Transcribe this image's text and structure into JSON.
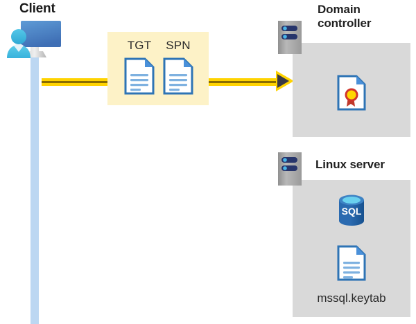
{
  "diagram": {
    "title_client": "Client",
    "ticket_box": {
      "items": [
        {
          "label": "TGT",
          "icon": "document-icon"
        },
        {
          "label": "SPN",
          "icon": "document-icon"
        }
      ],
      "background_color": "#fdf2c7"
    },
    "arrow": {
      "name": "client-to-domain-controller-arrow",
      "color": "#ffd300",
      "direction": "right"
    },
    "domain_controller": {
      "title": "Domain controller",
      "rack_icon": "server-rack-icon",
      "contents": [
        {
          "icon": "certificate-document-icon",
          "label": ""
        }
      ],
      "panel_color": "#d9d9d9"
    },
    "linux_server": {
      "title": "Linux server",
      "rack_icon": "server-rack-icon",
      "contents": [
        {
          "icon": "sql-database-icon",
          "label": "SQL"
        },
        {
          "icon": "document-icon",
          "label": "mssql.keytab"
        }
      ],
      "keytab_label": "mssql.keytab",
      "sql_label": "SQL",
      "panel_color": "#d9d9d9"
    },
    "client": {
      "icon": "user-workstation-icon",
      "lifeline_color": "#bcd7f2"
    },
    "colors": {
      "accent_yellow": "#ffd300",
      "ticket_bg": "#fdf2c7",
      "panel_gray": "#d9d9d9",
      "rack_gray": "#a6a6a6",
      "doc_blue": "#4a90d9",
      "sql_blue": "#1f5fa8",
      "lifeline_blue": "#bcd7f2"
    }
  }
}
